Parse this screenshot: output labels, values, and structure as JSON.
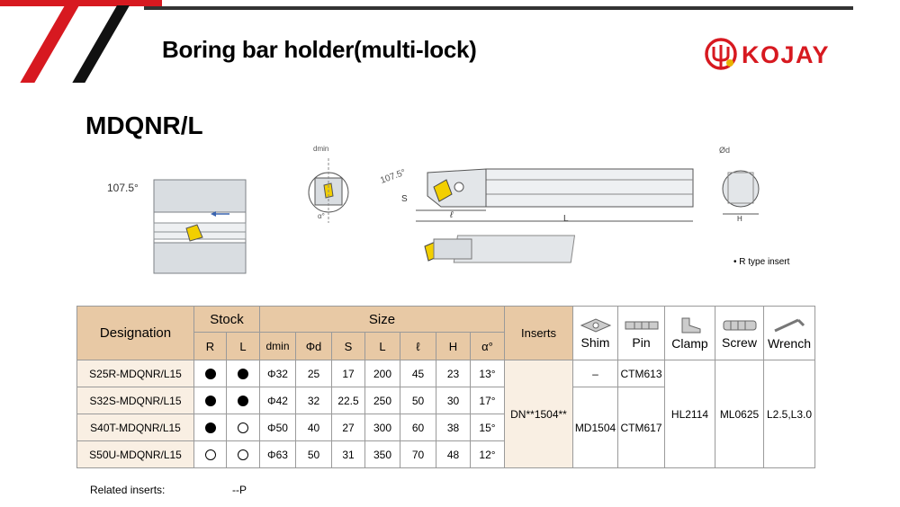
{
  "header": {
    "title": "Boring bar holder(multi-lock)",
    "brand": "KOJAY",
    "brand_color": "#d71920",
    "accent_dark": "#333333"
  },
  "model": "MDQNR/L",
  "drawing": {
    "angle_left": "107.5°",
    "angle_main": "107.5°",
    "dmin": "dmin",
    "alpha": "α°",
    "S": "S",
    "l": "ℓ",
    "L": "L",
    "od": "Ød",
    "H": "H",
    "rtype_note": "• R type insert"
  },
  "table": {
    "col_designation": "Designation",
    "col_stock": "Stock",
    "col_size": "Size",
    "col_inserts": "Inserts",
    "stock_cols": [
      "R",
      "L"
    ],
    "size_cols": [
      "dmin",
      "Φd",
      "S",
      "L",
      "ℓ",
      "H",
      "α°"
    ],
    "accessories": [
      "Shim",
      "Pin",
      "Clamp",
      "Screw",
      "Wrench"
    ],
    "rows": [
      {
        "designation": "S25R-MDQNR/L15",
        "R": "filled",
        "L": "filled",
        "dmin": "Φ32",
        "d": "25",
        "S": "17",
        "L_len": "200",
        "l": "45",
        "H": "23",
        "a": "13°"
      },
      {
        "designation": "S32S-MDQNR/L15",
        "R": "filled",
        "L": "filled",
        "dmin": "Φ42",
        "d": "32",
        "S": "22.5",
        "L_len": "250",
        "l": "50",
        "H": "30",
        "a": "17°"
      },
      {
        "designation": "S40T-MDQNR/L15",
        "R": "filled",
        "L": "open",
        "dmin": "Φ50",
        "d": "40",
        "S": "27",
        "L_len": "300",
        "l": "60",
        "H": "38",
        "a": "15°"
      },
      {
        "designation": "S50U-MDQNR/L15",
        "R": "open",
        "L": "open",
        "dmin": "Φ63",
        "d": "50",
        "S": "31",
        "L_len": "350",
        "l": "70",
        "H": "48",
        "a": "12°"
      }
    ],
    "insert": "DN**1504**",
    "shim_row1": "–",
    "shim_rest": "MD1504",
    "pin_row1": "CTM613",
    "pin_rest": "CTM617",
    "clamp": "HL2114",
    "screw": "ML0625",
    "wrench": "L2.5,L3.0"
  },
  "related": {
    "label": "Related inserts:",
    "value": "--P"
  }
}
